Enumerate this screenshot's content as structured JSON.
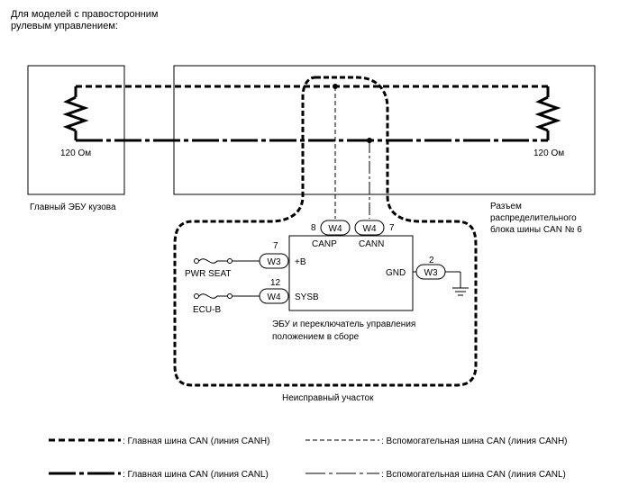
{
  "header": {
    "line1": "Для моделей с правосторонним",
    "line2": "рулевым управлением:"
  },
  "resistor_label": "120 Ом",
  "ecu_body": {
    "label": "Главный ЭБУ кузова"
  },
  "junction": {
    "line1": "Разъем",
    "line2": "распределительного",
    "line3": "блока шины CAN № 6"
  },
  "pins": {
    "canp": {
      "number": "8",
      "connector": "W4",
      "name": "CANP"
    },
    "cann": {
      "number": "7",
      "connector": "W4",
      "name": "CANN"
    },
    "b": {
      "number": "7",
      "connector": "W3",
      "name": "+B"
    },
    "sysb": {
      "number": "12",
      "connector": "W4",
      "name": "SYSB"
    },
    "gnd": {
      "number": "2",
      "connector": "W3",
      "name": "GND"
    }
  },
  "fuses": {
    "pwr_seat": "PWR SEAT",
    "ecu_b": "ECU-B"
  },
  "ecu_switch": {
    "line1": "ЭБУ и переключатель управления",
    "line2": "положением в сборе"
  },
  "faulty_area": "Неисправный участок",
  "legend": {
    "main_canh": ": Главная шина CAN (линия CANH)",
    "aux_canh": ": Вспомогательная шина CAN (линия CANH)",
    "main_canl": ": Главная шина CAN (линия CANL)",
    "aux_canl": ": Вспомогательная шина CAN (линия CANL)"
  }
}
